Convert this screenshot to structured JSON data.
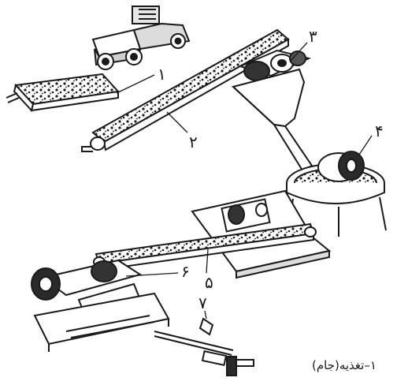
{
  "labels": {
    "n1": "۱",
    "n2": "۲",
    "n3": "۳",
    "n4": "۴",
    "n5": "۵",
    "n6": "۶",
    "n7": "۷"
  },
  "caption": "۱–تغذیه(جام)",
  "colors": {
    "ink": "#1a1a1a",
    "paper": "#ffffff",
    "fill": "#e8e8e8"
  }
}
